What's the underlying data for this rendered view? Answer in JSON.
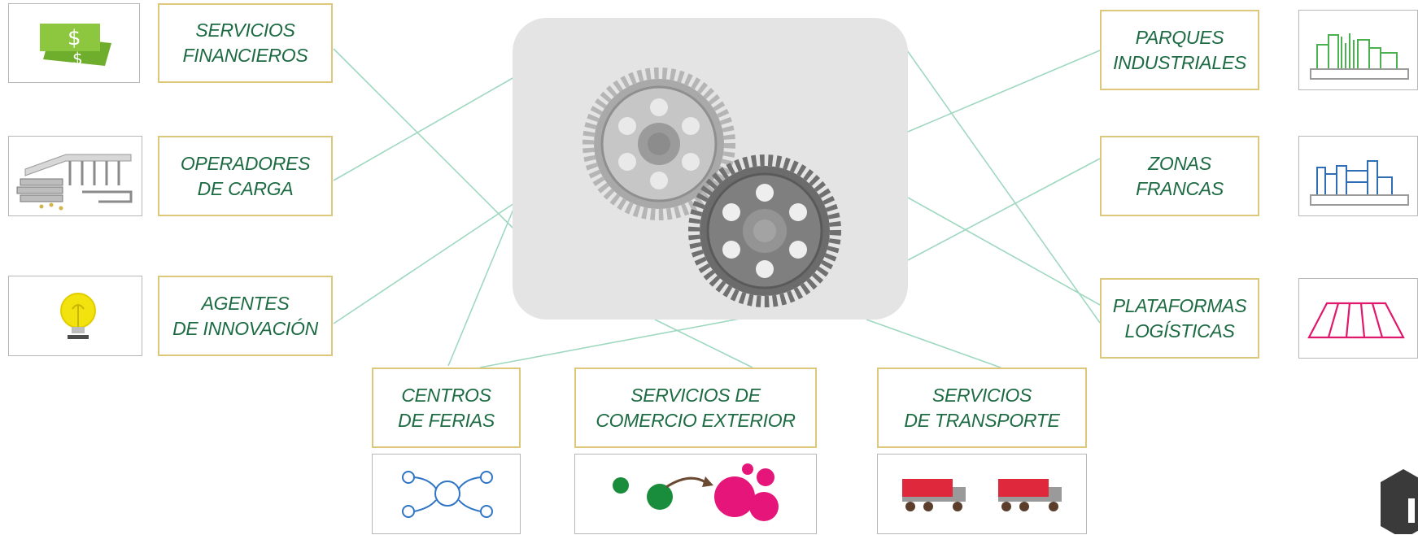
{
  "center": {
    "icon": "gears-icon"
  },
  "nodes": {
    "servicios_financieros": {
      "line1": "SERVICIOS",
      "line2": "FINANCIEROS",
      "icon": "money-icon"
    },
    "operadores_carga": {
      "line1": "OPERADORES",
      "line2": "DE CARGA",
      "icon": "warehouse-icon"
    },
    "agentes_innovacion": {
      "line1": "AGENTES",
      "line2": "DE INNOVACIÓN",
      "icon": "lightbulb-icon"
    },
    "parques_industriales": {
      "line1": "PARQUES",
      "line2": "INDUSTRIALES",
      "icon": "industrial-park-icon"
    },
    "zonas_francas": {
      "line1": "ZONAS",
      "line2": "FRANCAS",
      "icon": "free-zone-icon"
    },
    "plataformas_logisticas": {
      "line1": "PLATAFORMAS",
      "line2": "LOGÍSTICAS",
      "icon": "platform-icon"
    },
    "centros_ferias": {
      "line1": "CENTROS",
      "line2": "DE FERIAS",
      "icon": "network-icon"
    },
    "comercio_exterior": {
      "line1": "SERVICIOS DE",
      "line2": "COMERCIO EXTERIOR",
      "icon": "growth-circles-icon"
    },
    "transporte": {
      "line1": "SERVICIOS",
      "line2": "DE TRANSPORTE",
      "icon": "trucks-icon"
    }
  },
  "colors": {
    "label_text": "#1d6b43",
    "label_border": "#dcc77a",
    "connector": "#9fd8c0",
    "hub_background": "#e4e4e4",
    "gear_light": "#a9a9a9",
    "gear_dark": "#6c6c6c",
    "money": "#8dc63f",
    "bulb": "#f2e20d",
    "industrial": "#4caf50",
    "free_zone": "#2f6db5",
    "platform": "#e0186c",
    "network": "#2f75c4",
    "growth_green": "#1a8d3c",
    "growth_pink": "#e5157a",
    "truck_red": "#e0283c",
    "truck_wheel": "#5a3e2b"
  }
}
